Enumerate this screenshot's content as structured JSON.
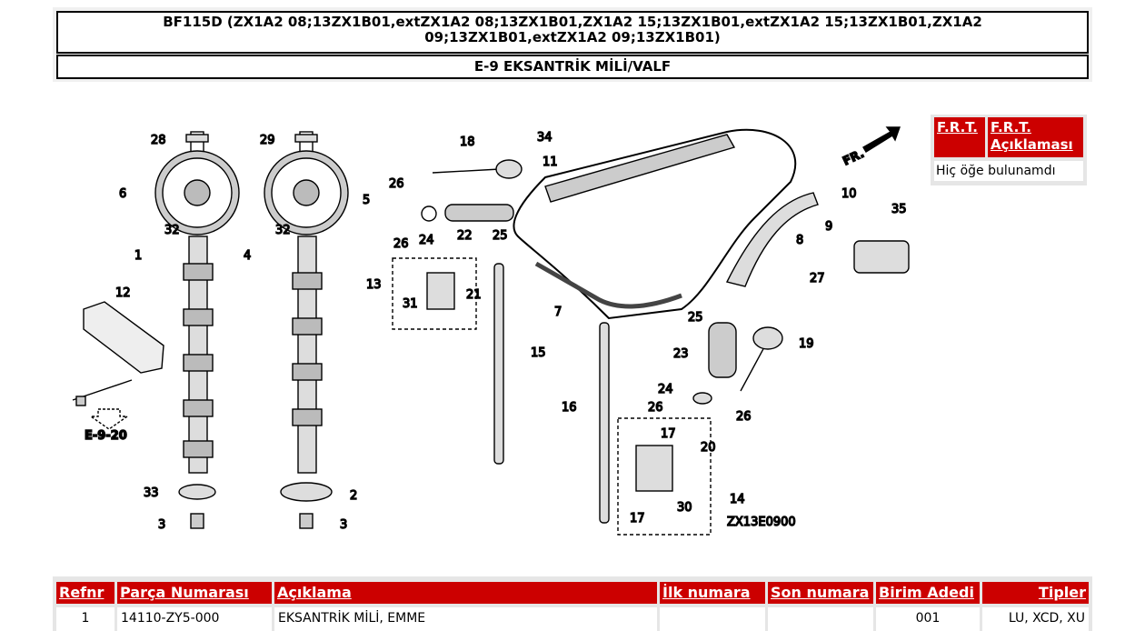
{
  "header": {
    "title_line1": "BF115D (ZX1A2 08;13ZX1B01,extZX1A2 08;13ZX1B01,ZX1A2 15;13ZX1B01,extZX1A2 15;13ZX1B01,ZX1A2",
    "title_line2": "09;13ZX1B01,extZX1A2 09;13ZX1B01)",
    "section": "E-9 EKSANTRİK MİLİ/VALF"
  },
  "diagram": {
    "callouts": [
      "28",
      "29",
      "18",
      "34",
      "11",
      "6",
      "5",
      "26",
      "10",
      "35",
      "32",
      "32",
      "9",
      "1",
      "4",
      "24",
      "22",
      "25",
      "26",
      "8",
      "12",
      "13",
      "31",
      "21",
      "27",
      "7",
      "25",
      "19",
      "15",
      "23",
      "24",
      "26",
      "26",
      "16",
      "17",
      "20",
      "33",
      "2",
      "14",
      "3",
      "3",
      "30",
      "17"
    ],
    "reference_label": "E-9-20",
    "direction_label": "FR.",
    "diagram_code": "ZX13E0900"
  },
  "frt": {
    "col1": "F.R.T.",
    "col2": "F.R.T. Açıklaması",
    "empty_message": "Hiç öğe bulunamdı"
  },
  "parts_table": {
    "headers": {
      "refnr": "Refnr",
      "part_number": "Parça Numarası",
      "description": "Açıklama",
      "first_number": "İlk numara",
      "last_number": "Son numara",
      "unit_qty": "Birim Adedi",
      "types": "Tipler"
    },
    "rows": [
      {
        "refnr": "1",
        "part_number": "14110-ZY5-000",
        "description": "EKSANTRİK MİLİ, EMME",
        "first_number": "",
        "last_number": "",
        "unit_qty": "001",
        "types": "LU, XCD, XU"
      }
    ]
  },
  "colors": {
    "header_red": "#cc0000",
    "panel_gray": "#e6e6e6"
  }
}
